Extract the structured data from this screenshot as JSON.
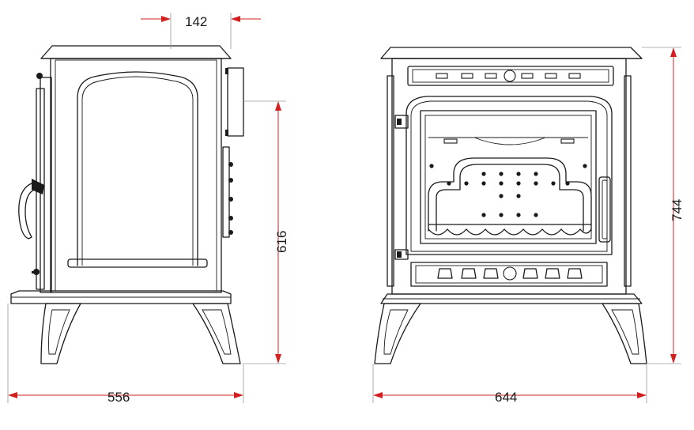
{
  "dimensions": {
    "side_depth": "556",
    "flue_offset": "142",
    "flue_height": "616",
    "front_width": "644",
    "total_height": "744"
  },
  "colors": {
    "line": "#1a1a1a",
    "dimension": "#d22020",
    "background": "#ffffff"
  }
}
